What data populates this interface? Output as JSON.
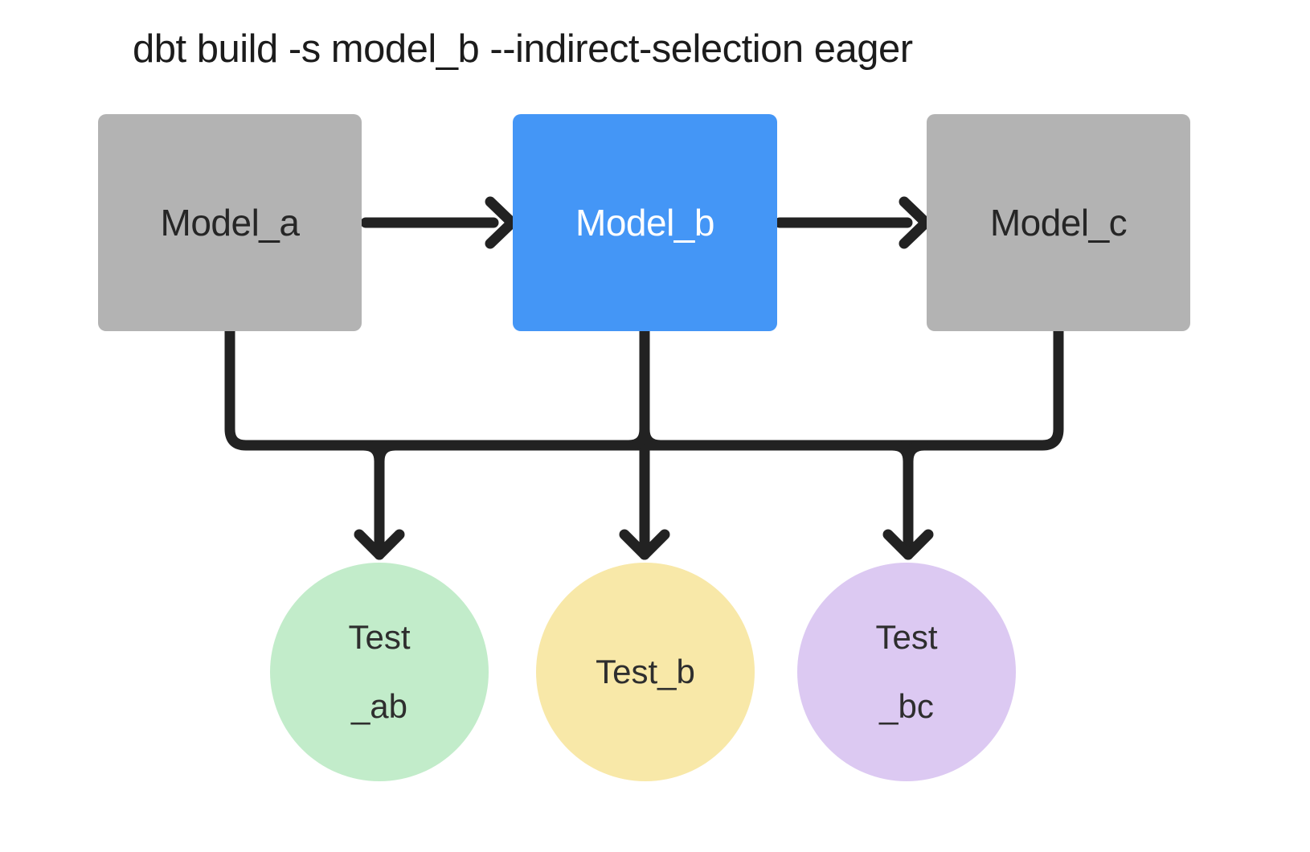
{
  "title": "dbt build -s model_b --indirect-selection eager",
  "colors": {
    "background": "#ffffff",
    "title-text": "#1c1c1c",
    "edge": "#222222",
    "model-default": "#b3b3b3",
    "model-default-text": "#262626",
    "model-selected": "#4496f6",
    "model-selected-text": "#ffffff",
    "test-ab-fill": "#c2ecca",
    "test-b-fill": "#f8e8a8",
    "test-bc-fill": "#dcc9f2",
    "test-text": "#2e2e2e"
  },
  "models": [
    {
      "id": "model_a",
      "label": "Model_a",
      "selected": false
    },
    {
      "id": "model_b",
      "label": "Model_b",
      "selected": true
    },
    {
      "id": "model_c",
      "label": "Model_c",
      "selected": false
    }
  ],
  "tests": [
    {
      "id": "test_ab",
      "line1": "Test",
      "line2": "_ab"
    },
    {
      "id": "test_b",
      "line1": "Test_b",
      "line2": ""
    },
    {
      "id": "test_bc",
      "line1": "Test",
      "line2": "_bc"
    }
  ],
  "edges": [
    {
      "from": "model_a",
      "to": "model_b"
    },
    {
      "from": "model_b",
      "to": "model_c"
    },
    {
      "from": "model_a",
      "to": "test_ab"
    },
    {
      "from": "model_b",
      "to": "test_b"
    },
    {
      "from": "model_c",
      "to": "test_bc"
    }
  ]
}
